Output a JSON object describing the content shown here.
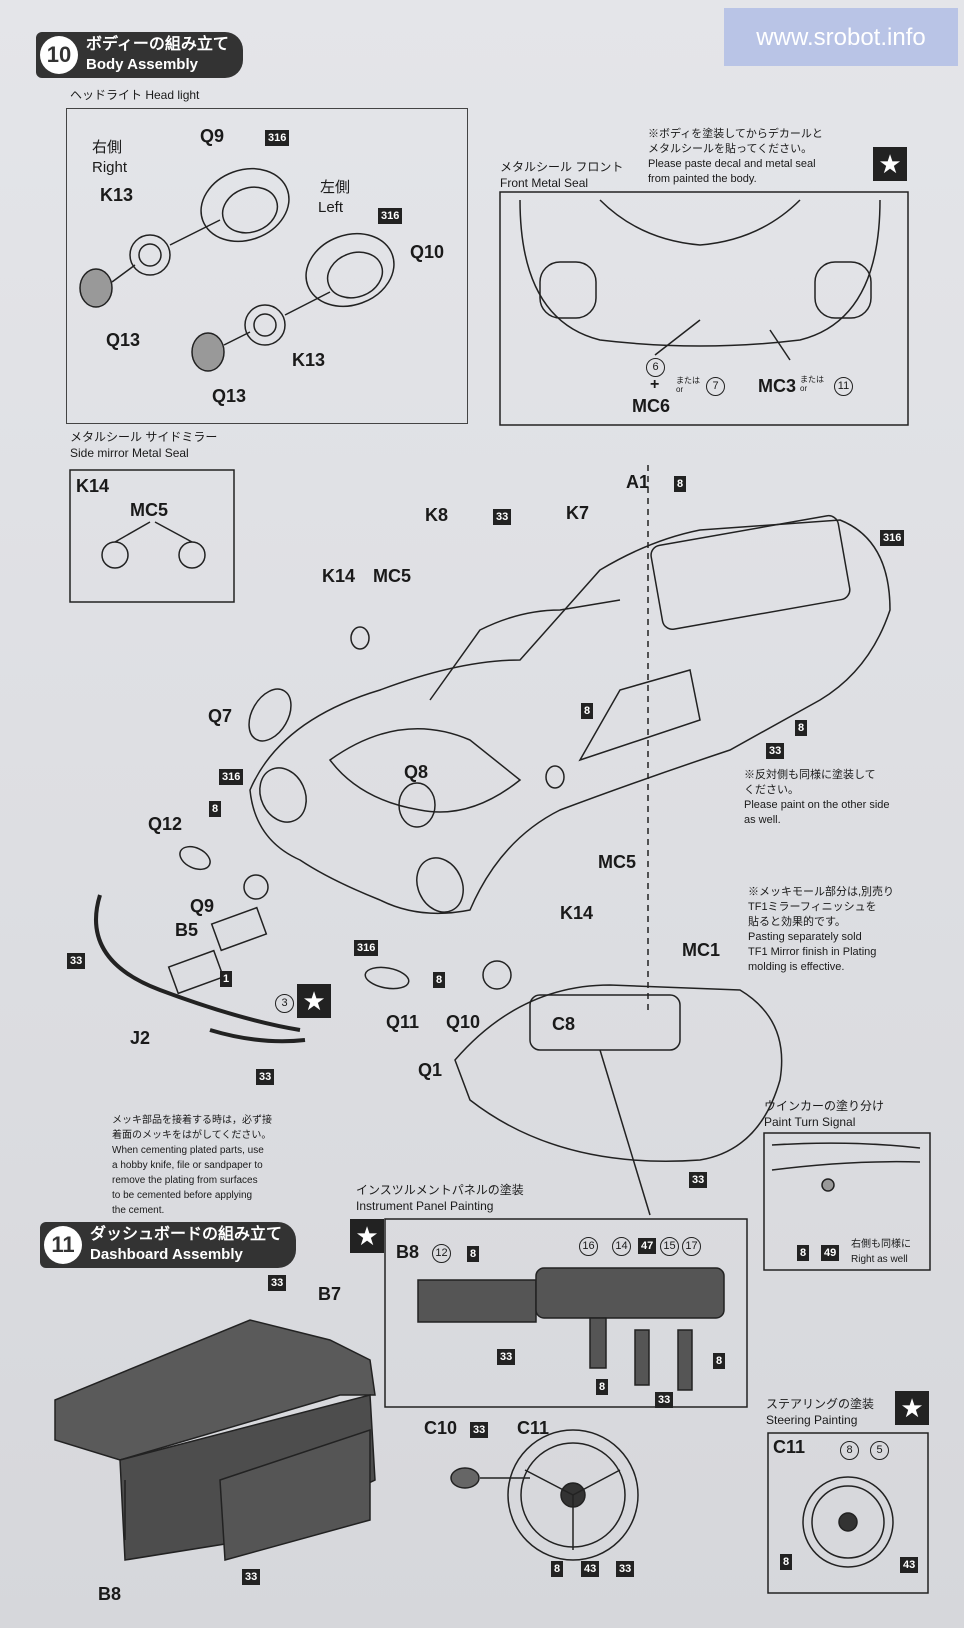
{
  "watermark": "www.srobot.info",
  "step10": {
    "num": "10",
    "jp": "ボディーの組み立て",
    "en": "Body Assembly"
  },
  "step11": {
    "num": "11",
    "jp": "ダッシュボードの組み立て",
    "en": "Dashboard Assembly"
  },
  "headlight": {
    "title": "ヘッドライト Head light",
    "right_jp": "右側",
    "right_en": "Right",
    "left_jp": "左側",
    "left_en": "Left"
  },
  "front_seal": {
    "title_jp": "メタルシール フロント",
    "title_en": "Front Metal Seal",
    "note": "※ボディを塗装してからデカールと\nメタルシールを貼ってください。\nPlease paste decal and metal seal\nfrom painted the body."
  },
  "side_mirror": {
    "title_jp": "メタルシール サイドミラー",
    "title_en": "Side mirror Metal Seal"
  },
  "notes": {
    "other_side": "※反対側も同様に塗装して\nください。\nPlease paint on the other side\nas well.",
    "plating": "※メッキモール部分は,別売り\nTF1ミラーフィニッシュを\n貼ると効果的です。\nPasting separately sold\nTF1 Mirror finish in Plating\nmolding is effective.",
    "cement": "メッキ部品を接着する時は，必ず接\n着面のメッキをはがしてください。\nWhen cementing plated parts, use\na hobby knife, file or sandpaper to\nremove the plating from surfaces\nto be cemented before applying\nthe cement."
  },
  "turn_signal": {
    "title_jp": "ウインカーの塗り分け",
    "title_en": "Paint Turn Signal",
    "note": "右側も同様に\nRight as well"
  },
  "instrument": {
    "title_jp": "インスツルメントパネルの塗装",
    "title_en": "Instrument Panel Painting"
  },
  "steering": {
    "title_jp": "ステアリングの塗装",
    "title_en": "Steering Painting"
  },
  "parts": {
    "Q9": "Q9",
    "Q10": "Q10",
    "Q13": "Q13",
    "K13": "K13",
    "K14": "K14",
    "MC5": "MC5",
    "MC6": "MC6",
    "MC3": "MC3",
    "A1": "A1",
    "K8": "K8",
    "K7": "K7",
    "Q7": "Q7",
    "Q8": "Q8",
    "Q12": "Q12",
    "B5": "B5",
    "J2": "J2",
    "Q11": "Q11",
    "MC1": "MC1",
    "C8": "C8",
    "Q1": "Q1",
    "B7": "B7",
    "B8": "B8",
    "C10": "C10",
    "C11": "C11"
  },
  "colors": {
    "c316": "316",
    "c33": "33",
    "c8": "8",
    "c1": "1",
    "c47": "47",
    "c49": "49",
    "c43": "43",
    "n3": "3",
    "n5": "5",
    "n6": "6",
    "n7": "7",
    "n8": "8",
    "n11": "11",
    "n12": "12",
    "n14": "14",
    "n15": "15",
    "n16": "16",
    "n17": "17"
  },
  "or_text": "または\nor",
  "plus": "+"
}
